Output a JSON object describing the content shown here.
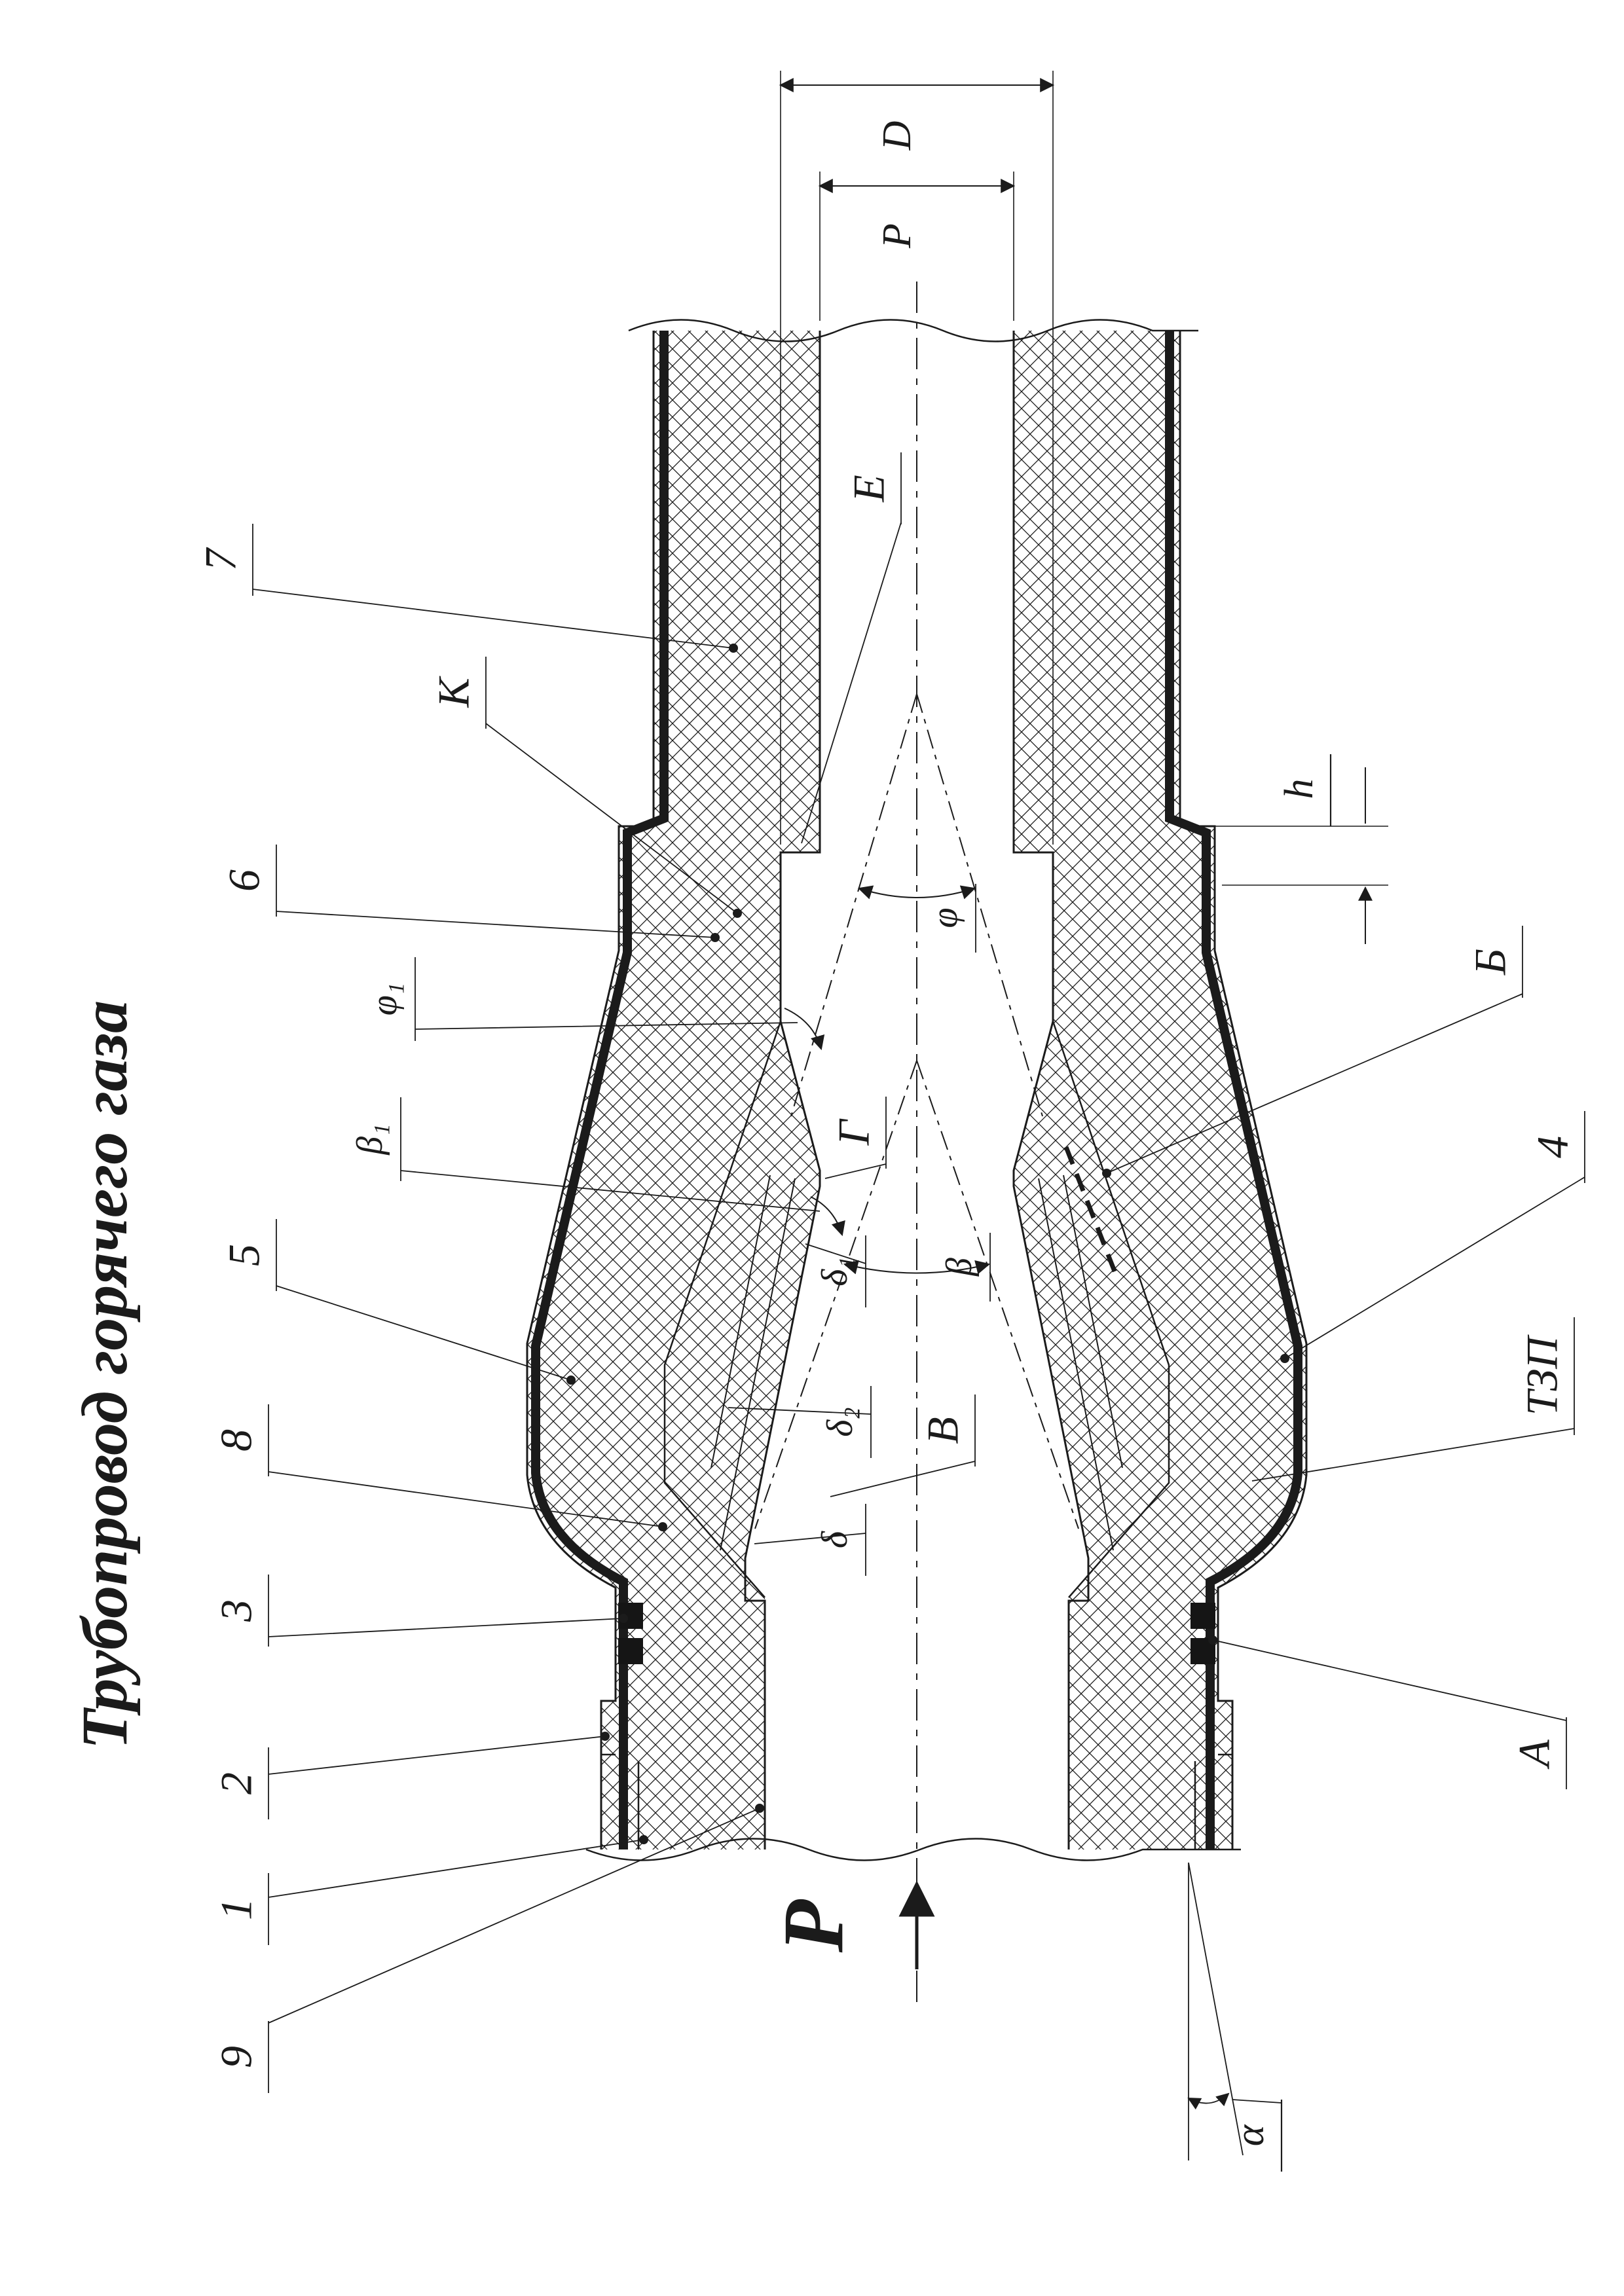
{
  "title": "Трубопровод горячего газа",
  "colors": {
    "ink": "#1b1b1b",
    "paper": "#ffffff"
  },
  "dimensions": {
    "outer_diameter": "D",
    "bore": "P",
    "step_height": "h",
    "taper_angle": "α",
    "pressure": "Р"
  },
  "part_callouts": {
    "p1": "1",
    "p2": "2",
    "p3": "3",
    "p4": "4",
    "p5": "5",
    "p6": "6",
    "p7": "7",
    "p8": "8",
    "p9": "9"
  },
  "surface_labels": {
    "A": "А",
    "B": "Б",
    "V": "В",
    "G": "Г",
    "E": "E",
    "K": "К",
    "tzp": "ТЗП"
  },
  "angle_labels": {
    "phi": "φ",
    "phi1": "φ₁",
    "beta": "β",
    "beta1": "β₁"
  },
  "thickness_labels": {
    "delta": "δ",
    "delta1": "δ₁",
    "delta2": "δ₂"
  }
}
